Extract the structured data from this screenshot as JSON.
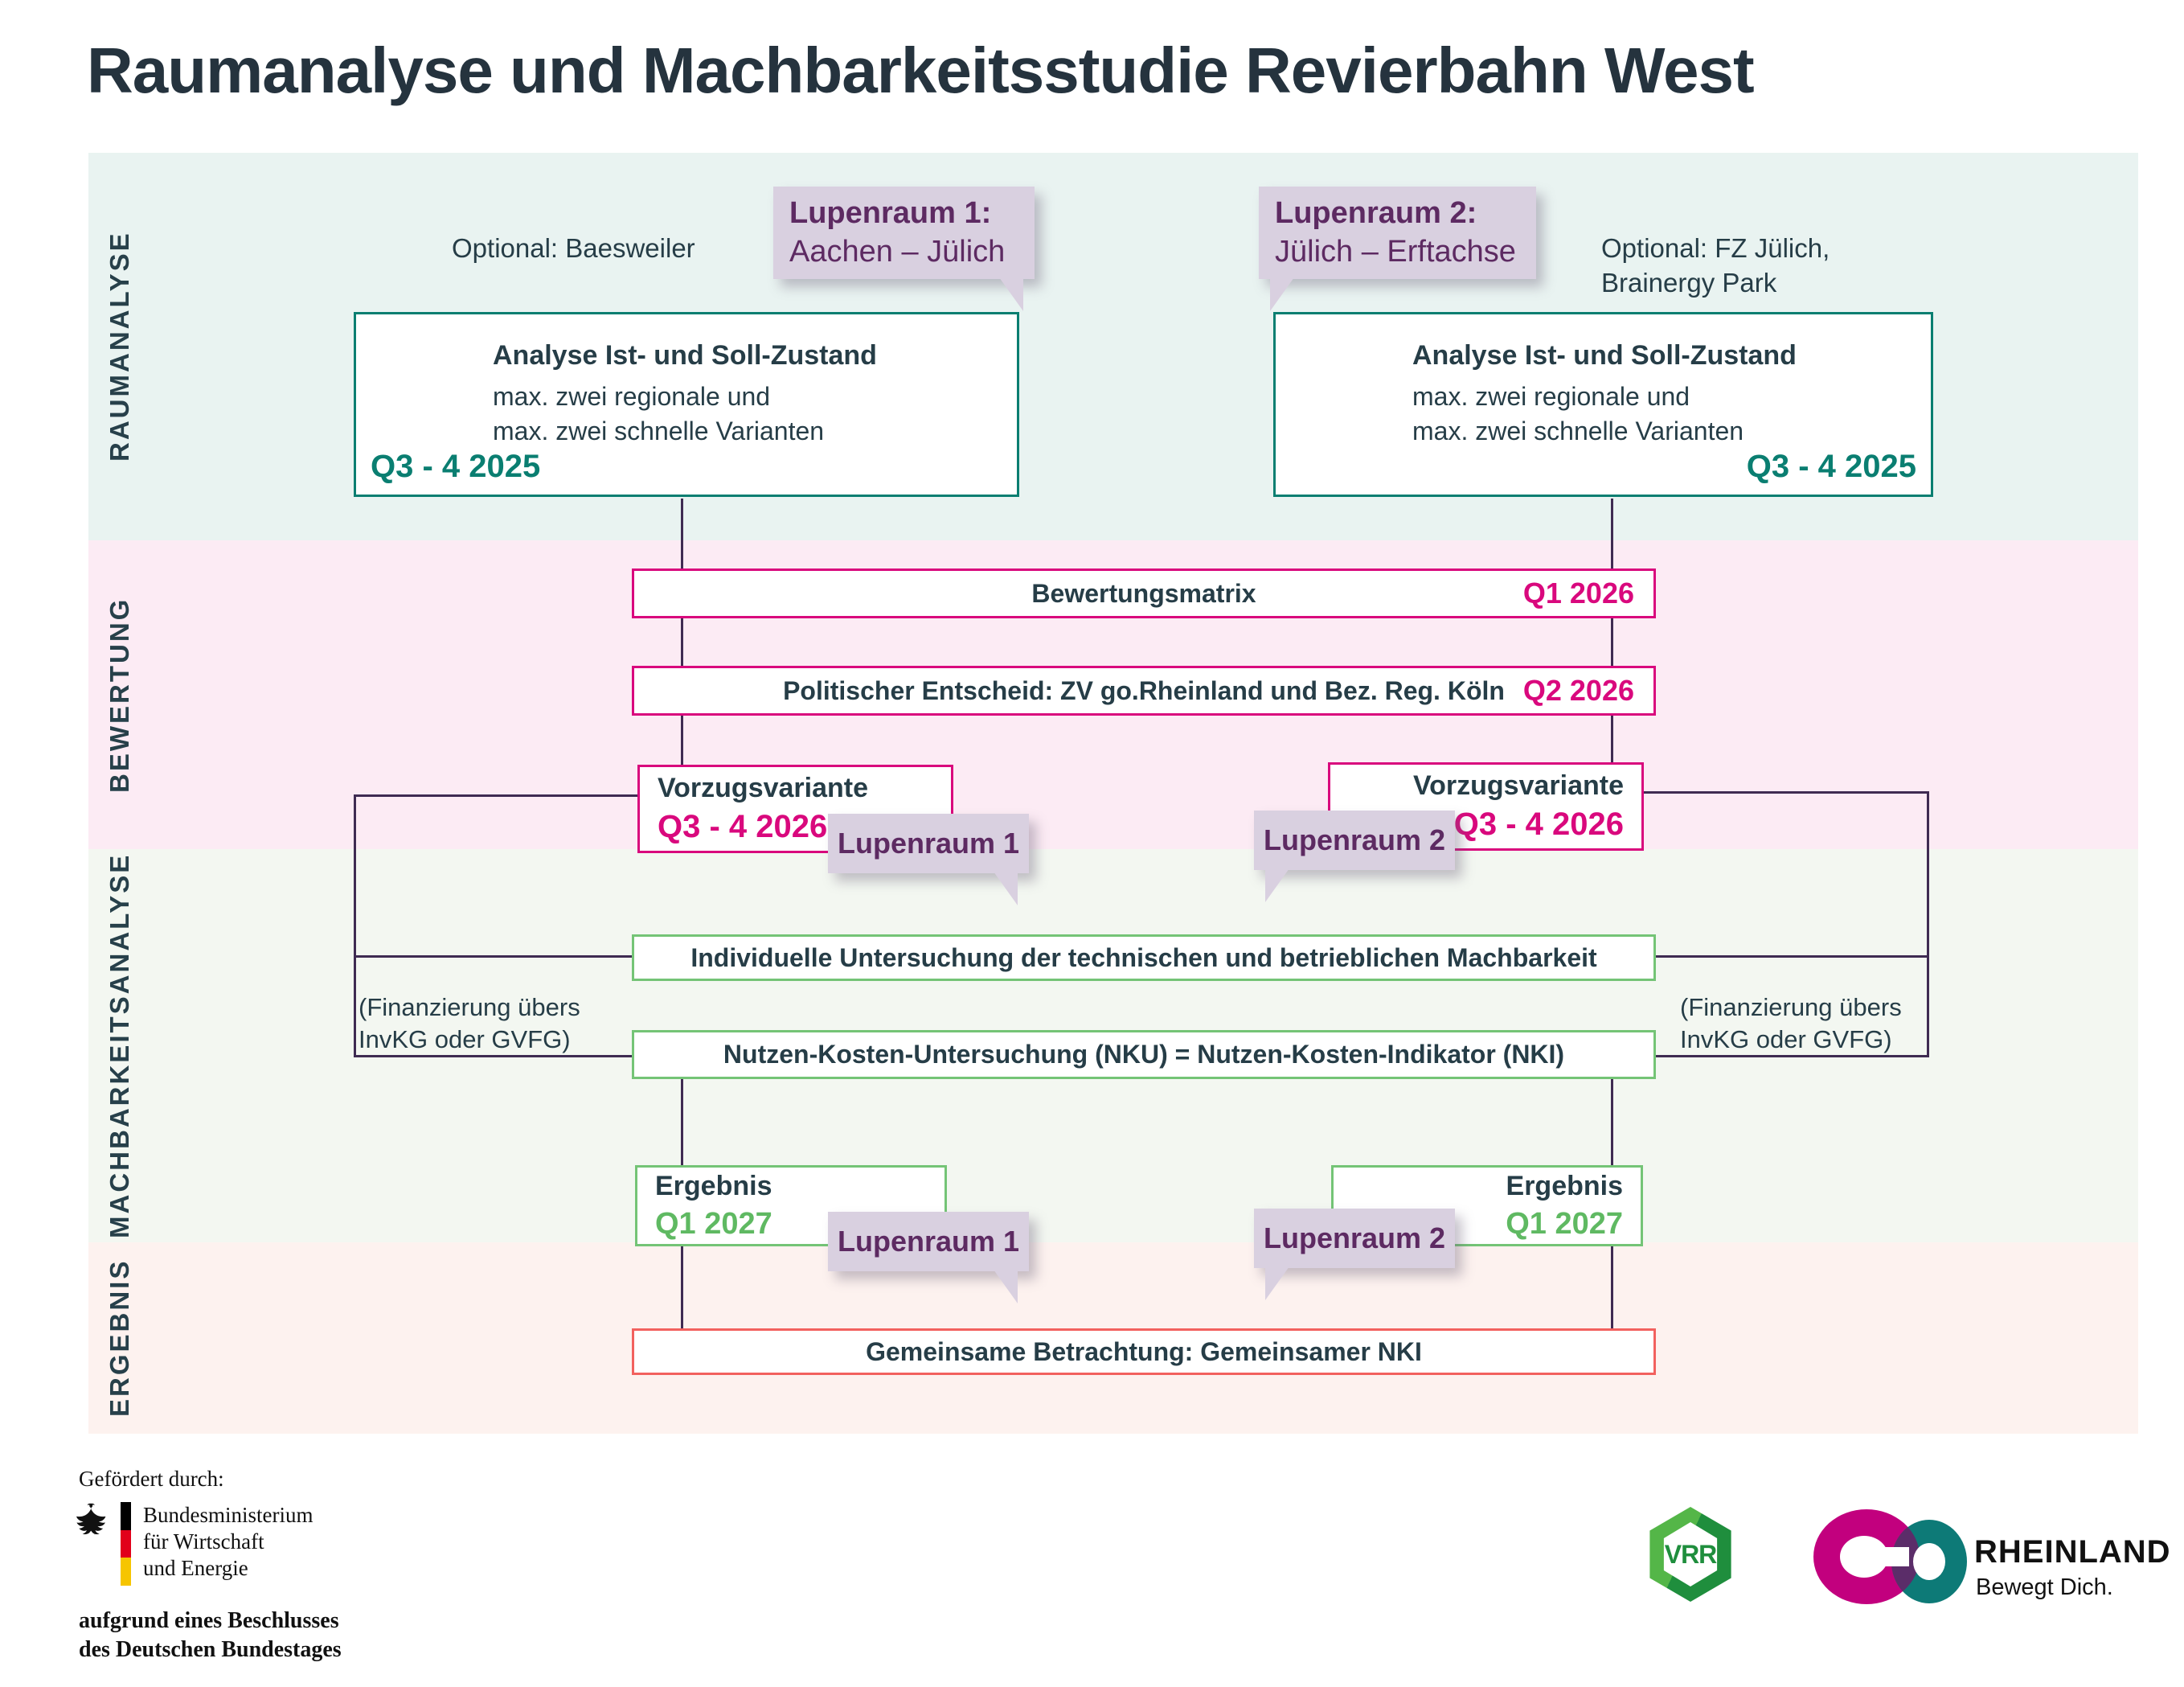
{
  "title": "Raumanalyse und Machbarkeitsstudie Revierbahn West",
  "section_labels": {
    "raumanalyse": "RAUMANALYSE",
    "bewertung": "BEWERTUNG",
    "machbarkeitsanalyse": "MACHBARKEITSANALYSE",
    "ergebnis": "ERGEBNIS"
  },
  "raumanalyse": {
    "optional_left": "Optional: Baesweiler",
    "callout_1": {
      "title": "Lupenraum 1:",
      "subtitle": "Aachen – Jülich"
    },
    "callout_2": {
      "title": "Lupenraum 2:",
      "subtitle": "Jülich – Erftachse"
    },
    "optional_right": {
      "line1": "Optional: FZ Jülich,",
      "line2": "Brainergy Park"
    },
    "analyse_left": {
      "heading": "Analyse Ist- und Soll-Zustand",
      "body1": "max. zwei regionale und",
      "body2": "max. zwei schnelle Varianten",
      "date": "Q3 - 4 2025"
    },
    "analyse_right": {
      "heading": "Analyse Ist- und Soll-Zustand",
      "body1": "max. zwei regionale und",
      "body2": "max. zwei schnelle Varianten",
      "date": "Q3 - 4 2025"
    }
  },
  "bewertung": {
    "matrix": {
      "label": "Bewertungsmatrix",
      "date": "Q1 2026"
    },
    "entscheid": {
      "label": "Politischer Entscheid: ZV go.Rheinland und Bez. Reg. Köln",
      "date": "Q2 2026"
    },
    "vorzug_left": {
      "label": "Vorzugsvariante",
      "date": "Q3 - 4 2026",
      "tag": "Lupenraum 1"
    },
    "vorzug_right": {
      "label": "Vorzugsvariante",
      "date": "Q3 - 4 2026",
      "tag": "Lupenraum 2"
    }
  },
  "machbarkeitsanalyse": {
    "box_individuell": "Individuelle Untersuchung der technischen und betrieblichen Machbarkeit",
    "box_nku": "Nutzen-Kosten-Untersuchung (NKU) = Nutzen-Kosten-Indikator (NKI)",
    "finanzierung_left": {
      "line1": "(Finanzierung übers",
      "line2": "InvKG oder GVFG)"
    },
    "finanzierung_right": {
      "line1": "(Finanzierung übers",
      "line2": "InvKG oder GVFG)"
    },
    "ergebnis_left": {
      "label": "Ergebnis",
      "date": "Q1 2027",
      "tag": "Lupenraum 1"
    },
    "ergebnis_right": {
      "label": "Ergebnis",
      "date": "Q1 2027",
      "tag": "Lupenraum 2"
    }
  },
  "ergebnis": {
    "box_gemeinsam": "Gemeinsame Betrachtung: Gemeinsamer NKI"
  },
  "footer": {
    "funded_by": "Gefördert durch:",
    "ministry": {
      "line1": "Bundesministerium",
      "line2": "für Wirtschaft",
      "line3": "und Energie"
    },
    "note": {
      "line1": "aufgrund eines Beschlusses",
      "line2": "des Deutschen Bundestages"
    },
    "vrr_label": "VRR",
    "go_rheinland": {
      "brand": "RHEINLAND",
      "tagline": "Bewegt Dich."
    }
  },
  "colors": {
    "teal": "#0a7e71",
    "magenta": "#d9087d",
    "purple": "#5d2a62",
    "lavender": "#d9d0e0",
    "green_border": "#74c476",
    "green_text": "#5fb962",
    "red_border": "#f2615e",
    "connector": "#3f2b52",
    "dark_text": "#263d47",
    "band_raumanalyse": "#e9f3f1",
    "band_bewertung": "#fcebf4",
    "band_machbarkeitsanalyse": "#f3f7f1",
    "band_ergebnis": "#fdf2ef",
    "vrr_green": "#1f8e3d",
    "go_magenta": "#c2007e",
    "go_teal": "#0d7a77"
  }
}
